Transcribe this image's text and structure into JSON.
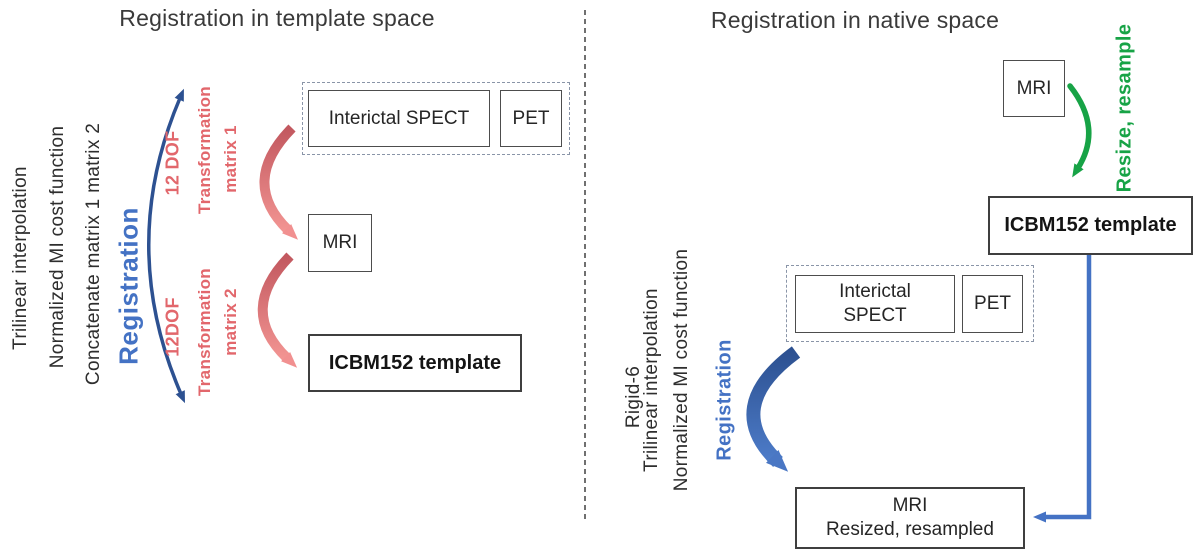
{
  "left": {
    "title": "Registration in template space",
    "side_labels": [
      "Trilinear interpolation",
      "Normalized MI cost function",
      "Concatenate matrix 1 matrix 2"
    ],
    "registration_label": "Registration",
    "step1": {
      "dof": "12 DOF",
      "transform": "Transformation",
      "matrix": "matrix 1"
    },
    "step2": {
      "dof": "12DOF",
      "transform": "Transformation",
      "matrix": "matrix 2"
    },
    "boxes": {
      "spect": "Interictal SPECT",
      "pet": "PET",
      "mri": "MRI",
      "template": "ICBM152 template"
    }
  },
  "right": {
    "title": "Registration in native space",
    "resize_label": "Resize, resample",
    "side_labels": [
      "Rigid-6",
      "Trilinear interpolation",
      "Normalized MI cost function"
    ],
    "registration_label": "Registration",
    "boxes": {
      "mri": "MRI",
      "template": "ICBM152 template",
      "spect": [
        "Interictal",
        "SPECT"
      ],
      "pet": "PET",
      "mri_resized": [
        "MRI",
        "Resized, resampled"
      ]
    }
  },
  "colors": {
    "registration_text_blue": "#4472c4",
    "bracket_blue": "#2d5191",
    "thick_arrow_blue": "#3e6ab3",
    "connector_blue": "#4472c4",
    "red_arrow_dark": "#c2585f",
    "red_arrow_light": "#f29492",
    "red_text": "#e2676c",
    "green": "#17a346"
  }
}
